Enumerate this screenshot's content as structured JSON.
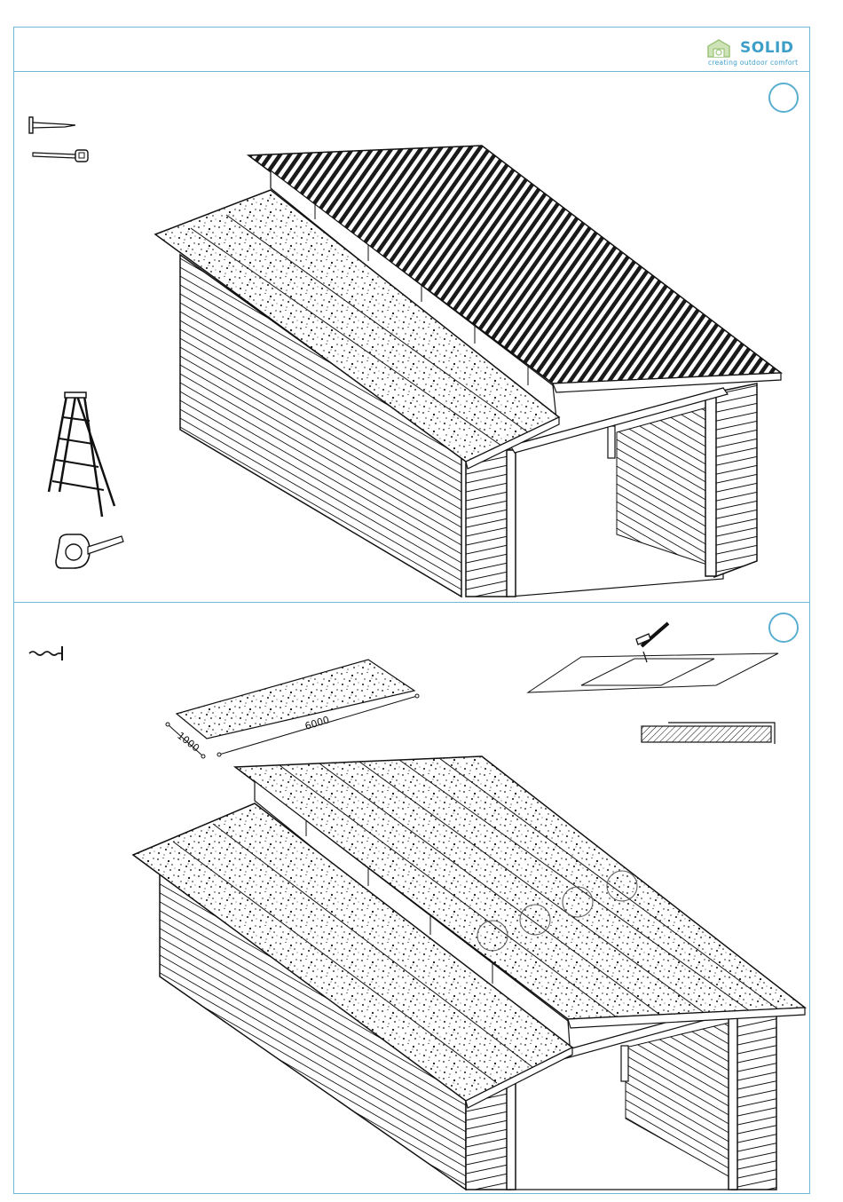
{
  "logo": {
    "word": "SOLID",
    "tagline": "creating outdoor comfort",
    "brand_color": "#3d9fc8"
  },
  "frame_color": "#6fb6d4",
  "steps": [
    {
      "tools": [
        "nail-icon",
        "saw-icon",
        "ladder-icon",
        "tape-measure-icon"
      ]
    },
    {
      "tools": [
        "screw-icon",
        "hammer-icon"
      ],
      "roll": {
        "length": "6000",
        "width": "1000"
      }
    }
  ]
}
